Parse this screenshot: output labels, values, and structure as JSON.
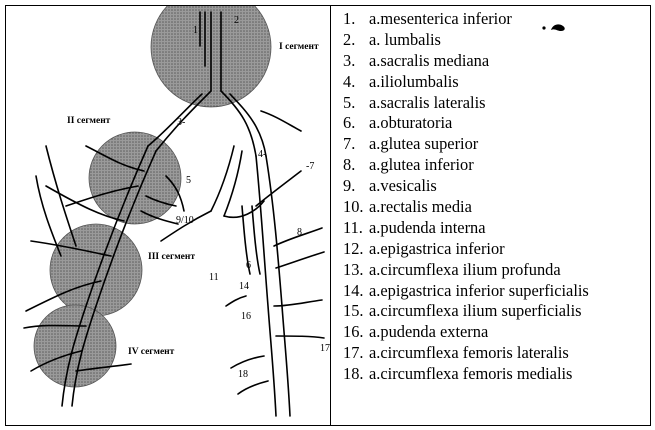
{
  "segments": [
    {
      "label": "I сегмент"
    },
    {
      "label": "II сегмент"
    },
    {
      "label": "III сегмент"
    },
    {
      "label": "IV сегмент"
    }
  ],
  "figure_labels": {
    "l1": "1",
    "l2": "2",
    "l3": "3-",
    "l4": "4-",
    "l5": "5",
    "l6": "6",
    "l7": "-7",
    "l8": "8",
    "l910": "9/10",
    "l11": "11",
    "l14": "14",
    "l16": "16",
    "l17": "17",
    "l18": "18"
  },
  "legend": [
    {
      "num": "1.",
      "text": "a.mesenterica inferior"
    },
    {
      "num": "2.",
      "text": "a. lumbalis"
    },
    {
      "num": "3.",
      "text": "a.sacralis mediana"
    },
    {
      "num": "4.",
      "text": "a.iliolumbalis"
    },
    {
      "num": "5.",
      "text": "a.sacralis lateralis"
    },
    {
      "num": "6.",
      "text": "a.obturatoria"
    },
    {
      "num": "7.",
      "text": "a.glutea superior"
    },
    {
      "num": "8.",
      "text": "a.glutea inferior"
    },
    {
      "num": "9.",
      "text": "a.vesicalis"
    },
    {
      "num": "10.",
      "text": "a.rectalis media"
    },
    {
      "num": "11.",
      "text": "a.pudenda interna"
    },
    {
      "num": "12.",
      "text": "a.epigastrica inferior"
    },
    {
      "num": "13.",
      "text": "a.circumflexa ilium profunda"
    },
    {
      "num": "14.",
      "text": "a.epigastrica inferior superficialis"
    },
    {
      "num": "15.",
      "text": "a.circumflexa ilium superficialis"
    },
    {
      "num": "16.",
      "text": "a.pudenda externa"
    },
    {
      "num": "17.",
      "text": "a.circumflexa femoris lateralis"
    },
    {
      "num": "18.",
      "text": "a.circumflexa femoris medialis"
    }
  ],
  "colors": {
    "segment_fill": "#8a8a8a",
    "line": "#000000",
    "background": "#ffffff"
  }
}
